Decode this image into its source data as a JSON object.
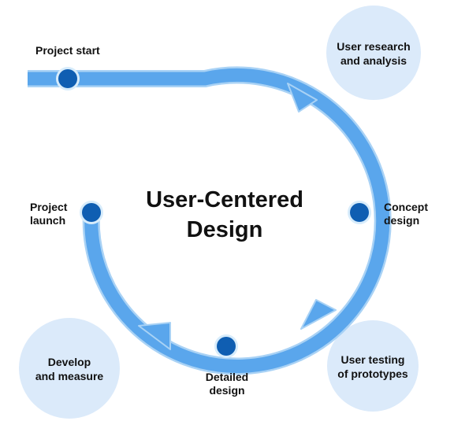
{
  "diagram": {
    "title": "User-Centered\nDesign",
    "colors": {
      "path": "#5aa6ec",
      "path_edge": "#a9d2f5",
      "node": "#0f5eb2",
      "node_ring": "#d7ecfb",
      "bubble": "#dbeafa"
    },
    "milestones": {
      "start": "Project start",
      "concept": "Concept\ndesign",
      "detailed": "Detailed\ndesign",
      "launch": "Project\nlaunch"
    },
    "phases": {
      "research": "User research\nand analysis",
      "testing": "User testing\nof prototypes",
      "develop": "Develop\nand measure"
    }
  }
}
